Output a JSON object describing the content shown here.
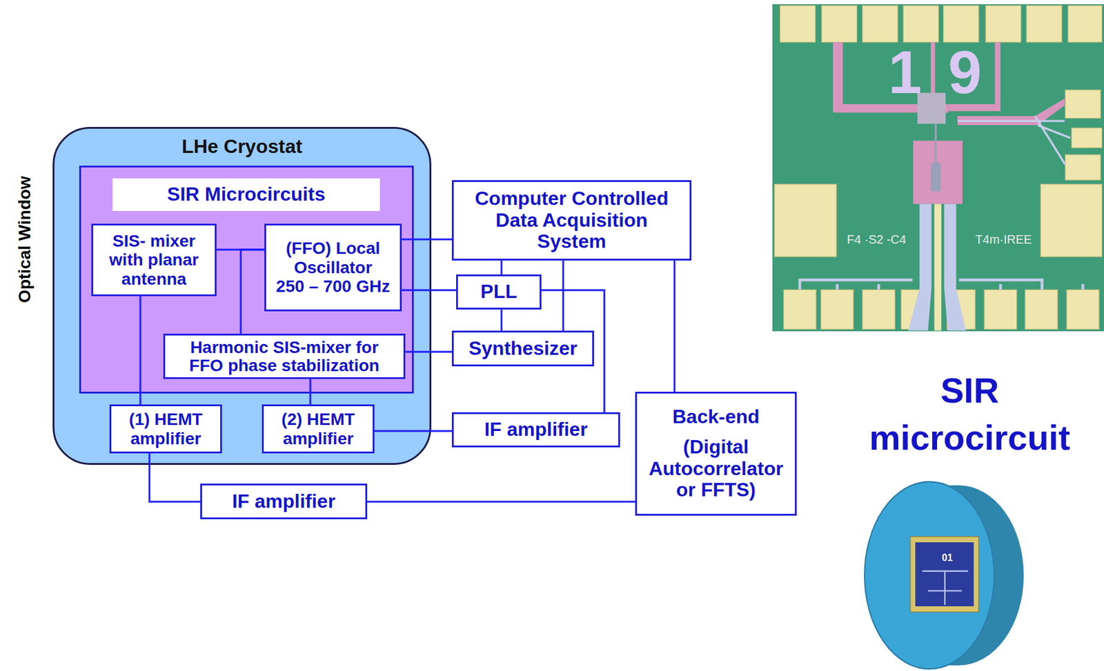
{
  "diagram": {
    "nodes": [
      {
        "text": [
          "LHe Cryostat"
        ]
      },
      {
        "text": [
          "SIR Microcircuits"
        ],
        "in": 0
      },
      {
        "text": [
          "SIS- mixer with planar antenna"
        ],
        "in": 1
      },
      {
        "text": [
          "(FFO) Local Oscillator",
          "250 – 700 GHz"
        ],
        "in": 1
      },
      {
        "text": [
          "Harmonic SIS-mixer for FFO phase stabilization"
        ],
        "in": 1
      },
      {
        "text": [
          "(1) HEMT amplifier"
        ],
        "in": 0
      },
      {
        "text": [
          "(2) HEMT amplifier"
        ],
        "in": 0
      },
      {
        "text": [
          "Computer Controlled Data Acquisition System"
        ]
      },
      {
        "text": [
          "PLL"
        ]
      },
      {
        "text": [
          "Synthesizer"
        ]
      },
      {
        "text": [
          "IF amplifier"
        ]
      },
      {
        "text": [
          "Back-end",
          "(Digital Autocorrelator or FFTS)"
        ]
      },
      {
        "text": [
          "IF amplifier"
        ]
      }
    ],
    "edges": [
      {
        "from": 2,
        "to": 3,
        "arrow": "none"
      },
      {
        "from": 3,
        "to": 4,
        "arrow": "none"
      },
      {
        "from": 3,
        "to": 7,
        "arrow": "none"
      },
      {
        "from": 3,
        "to": 8,
        "arrow": "none"
      },
      {
        "from": 7,
        "to": 8,
        "arrow": "none"
      },
      {
        "from": 8,
        "to": 9,
        "arrow": "none"
      },
      {
        "from": 7,
        "to": 9,
        "arrow": "none"
      },
      {
        "from": 4,
        "to": 9,
        "arrow": "none"
      },
      {
        "from": 4,
        "to": 6,
        "arrow": "none"
      },
      {
        "from": 6,
        "to": 10,
        "arrow": "none"
      },
      {
        "from": 8,
        "to": 10,
        "arrow": "none"
      },
      {
        "from": 7,
        "to": 11,
        "arrow": "none"
      },
      {
        "from": 2,
        "to": 5,
        "arrow": "none"
      },
      {
        "from": 5,
        "to": 12,
        "arrow": "none"
      },
      {
        "from": 12,
        "to": 11,
        "arrow": "none"
      }
    ],
    "labels": [
      "Optical Window",
      "1",
      "9",
      "F4 ·S2 -C4",
      "T4m·IREE",
      "SIR microcircuit",
      "01"
    ]
  }
}
